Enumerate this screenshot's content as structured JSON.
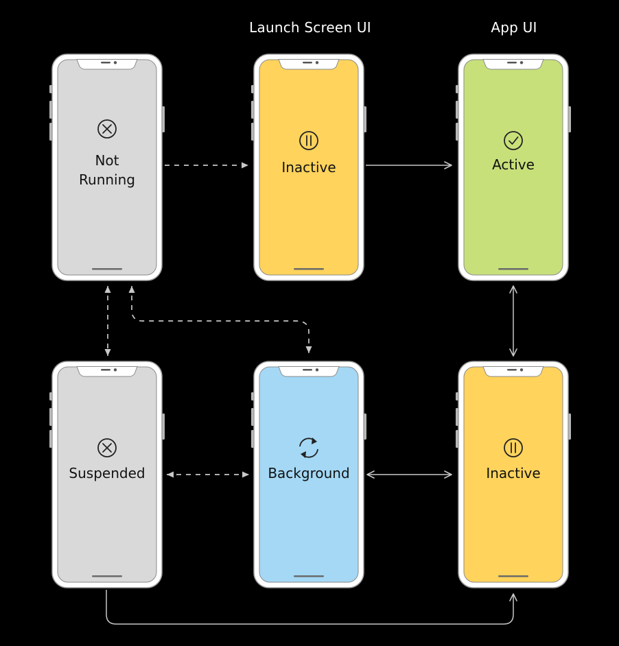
{
  "headings": {
    "launch_screen": "Launch Screen UI",
    "app": "App UI"
  },
  "states": [
    {
      "id": "not-running",
      "label_lines": [
        "Not",
        "Running"
      ],
      "icon": "x-circle-icon",
      "color": "#d9d9d9",
      "column": "left",
      "row": "top"
    },
    {
      "id": "inactive-launch",
      "label_lines": [
        "Inactive"
      ],
      "icon": "pause-circle-icon",
      "color": "#ffd35c",
      "column": "middle",
      "row": "top"
    },
    {
      "id": "active",
      "label_lines": [
        "Active"
      ],
      "icon": "check-circle-icon",
      "color": "#c8e07a",
      "column": "right",
      "row": "top"
    },
    {
      "id": "suspended",
      "label_lines": [
        "Suspended"
      ],
      "icon": "x-circle-icon",
      "color": "#d9d9d9",
      "column": "left",
      "row": "bottom"
    },
    {
      "id": "background",
      "label_lines": [
        "Background"
      ],
      "icon": "refresh-arrows-icon",
      "color": "#a4d8f5",
      "column": "middle",
      "row": "bottom"
    },
    {
      "id": "inactive-app",
      "label_lines": [
        "Inactive"
      ],
      "icon": "pause-circle-icon",
      "color": "#ffd35c",
      "column": "right",
      "row": "bottom"
    }
  ],
  "transitions": [
    {
      "from": "not-running",
      "to": "inactive-launch",
      "style": "dashed",
      "direction": "one-way"
    },
    {
      "from": "inactive-launch",
      "to": "active",
      "style": "solid",
      "direction": "one-way"
    },
    {
      "from": "active",
      "to": "inactive-app",
      "style": "solid",
      "direction": "two-way"
    },
    {
      "from": "not-running",
      "to": "suspended",
      "style": "dashed",
      "direction": "two-way"
    },
    {
      "from": "not-running",
      "to": "background",
      "style": "dashed",
      "direction": "two-way"
    },
    {
      "from": "suspended",
      "to": "background",
      "style": "dashed",
      "direction": "two-way"
    },
    {
      "from": "background",
      "to": "inactive-app",
      "style": "solid",
      "direction": "two-way"
    },
    {
      "from": "suspended",
      "to": "inactive-app",
      "style": "solid",
      "direction": "one-way"
    }
  ],
  "colors": {
    "background": "#000000",
    "arrow": "#c8c8c8",
    "phone_frame": "#ffffff",
    "phone_bezel": "#b0b0b0"
  }
}
